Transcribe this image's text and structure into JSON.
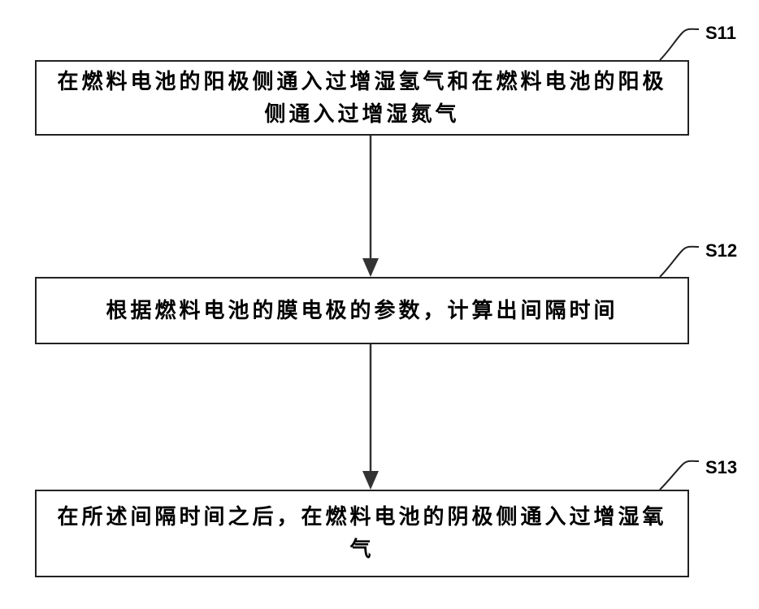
{
  "steps": [
    {
      "id": "S11",
      "text": "在燃料电池的阳极侧通入过增湿氢气和在燃料电池的阳极侧通入过增湿氮气"
    },
    {
      "id": "S12",
      "text": "根据燃料电池的膜电极的参数，计算出间隔时间"
    },
    {
      "id": "S13",
      "text": "在所述间隔时间之后，在燃料电池的阴极侧通入过增湿氧气"
    }
  ]
}
